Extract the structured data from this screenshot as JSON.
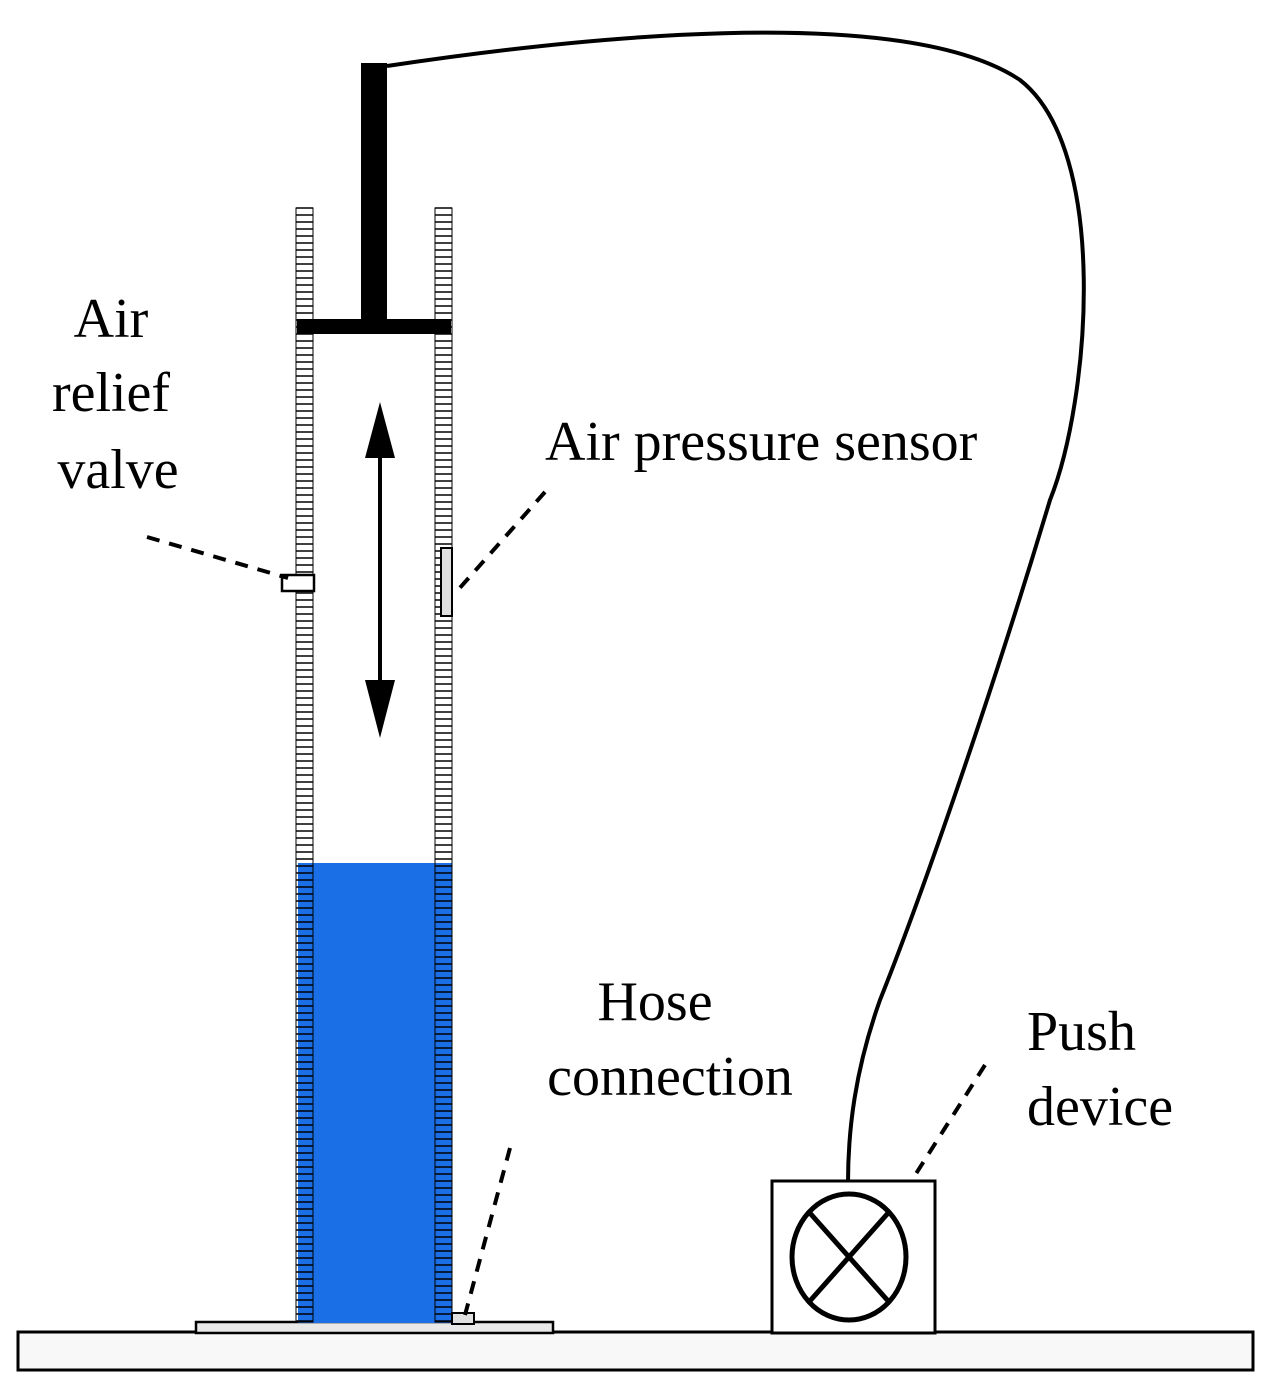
{
  "labels": {
    "air_relief_valve": [
      "Air",
      "relief",
      "valve"
    ],
    "air_pressure_sensor": "Air pressure sensor",
    "hose_connection": [
      "Hose",
      "connection"
    ],
    "push_device": [
      "Push",
      "device"
    ]
  },
  "colors": {
    "water": "#1a6fe6",
    "ink": "#000000",
    "base_fill": "#f8f8f8",
    "background": "#ffffff"
  },
  "icons": {
    "push_device_symbol": "circle-cross-icon",
    "motion_arrow": "double-arrow-icon"
  }
}
